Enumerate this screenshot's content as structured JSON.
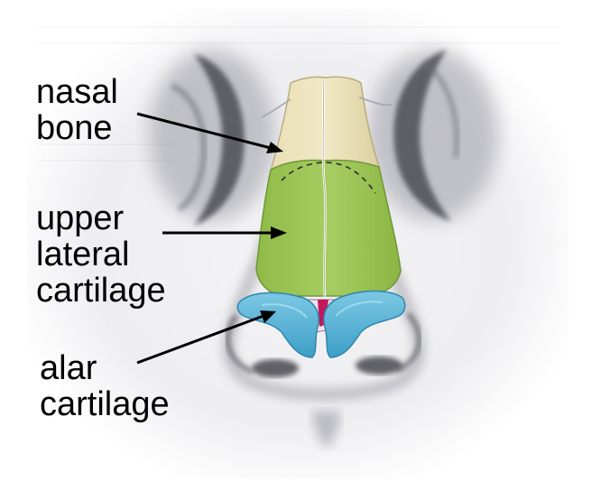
{
  "labels": {
    "nasal_bone": [
      "nasal",
      "bone"
    ],
    "upper_lateral_cartilage": [
      "upper",
      "lateral",
      "cartilage"
    ],
    "alar_cartilage": [
      "alar",
      "cartilage"
    ]
  },
  "colors": {
    "nasal_bone": "#e6d9a8",
    "upper_lateral_cartilage": "#9fc55a",
    "alar_cartilage": "#5fb8d8",
    "septum": "#c2185b",
    "shading": "#8a8a92"
  }
}
